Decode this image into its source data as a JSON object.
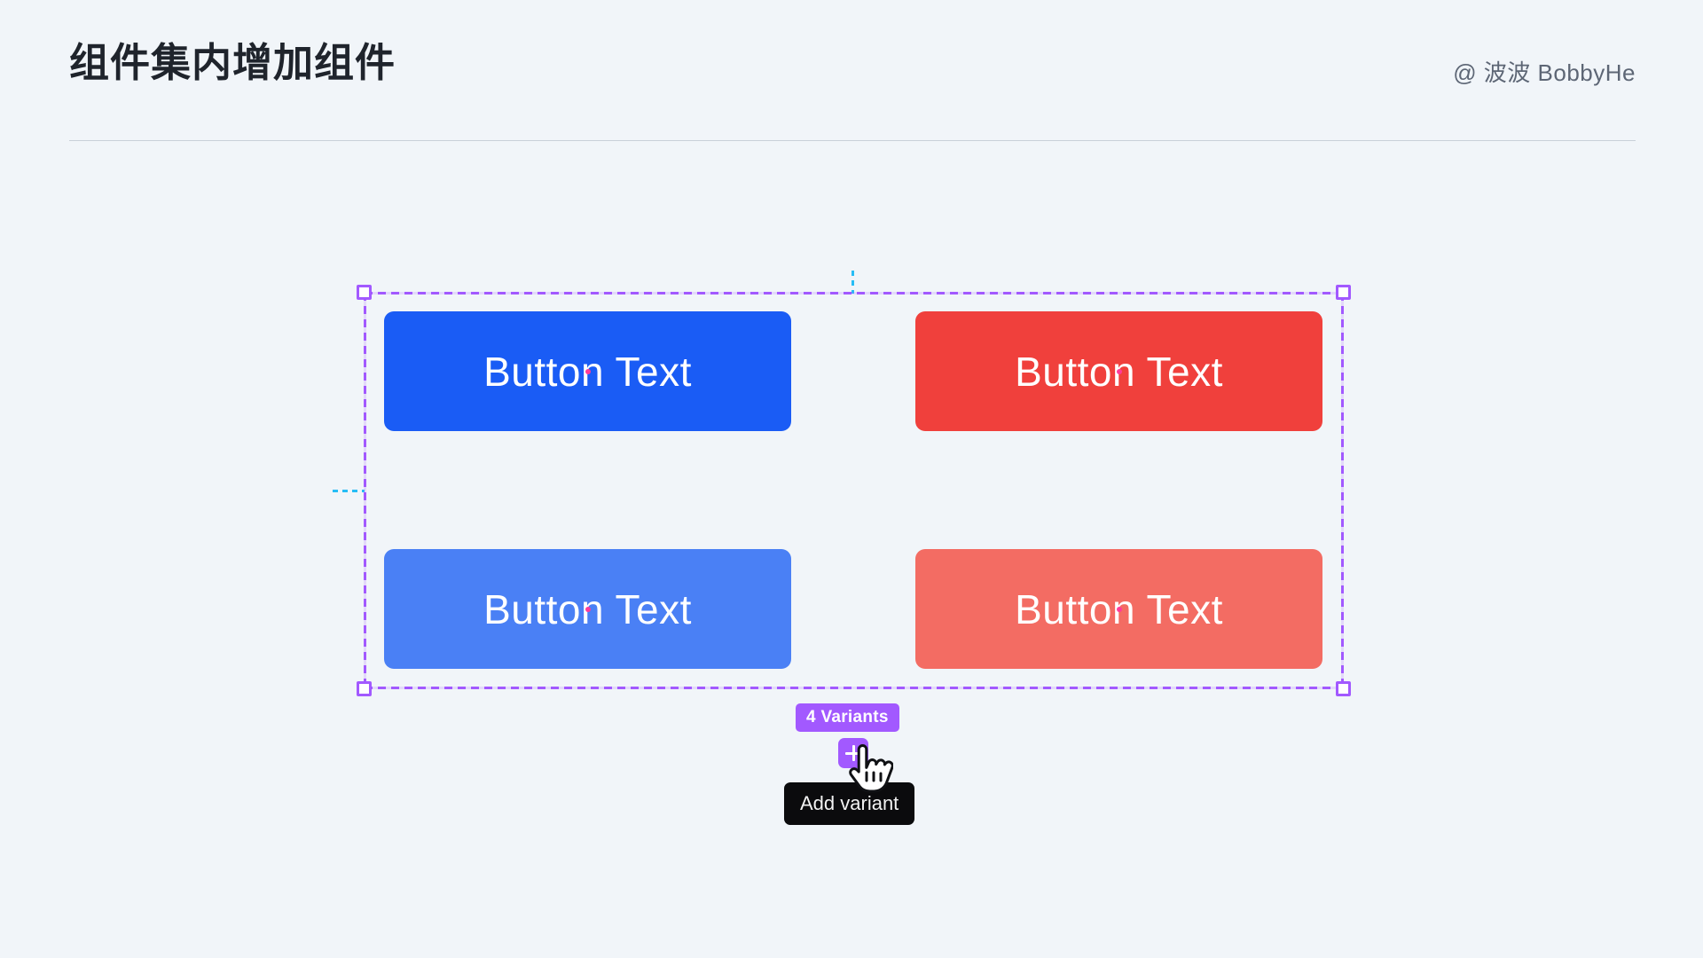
{
  "header": {
    "title": "组件集内增加组件",
    "author": "@ 波波 BobbyHe"
  },
  "canvas": {
    "selection": {
      "name": "component-set-selection",
      "variant_count_label": "4 Variants",
      "frame_color": "#A259FF",
      "guide_color": "#27BDF5"
    },
    "variants": [
      {
        "label": "Button Text",
        "bg": "#1A5CF5",
        "text_color": "#FFFFFF",
        "state": "primary-default"
      },
      {
        "label": "Button Text",
        "bg": "#F0403C",
        "text_color": "#FFFFFF",
        "state": "danger-default"
      },
      {
        "label": "Button Text",
        "bg": "#4A80F5",
        "text_color": "#FFFFFF",
        "state": "primary-hover"
      },
      {
        "label": "Button Text",
        "bg": "#F36C63",
        "text_color": "#FFFFFF",
        "state": "danger-hover"
      }
    ],
    "add_variant": {
      "icon": "plus-icon",
      "tooltip": "Add variant",
      "color": "#A259FF"
    },
    "cursor": "hand-pointer-cursor"
  },
  "theme": {
    "background": "#F1F5F9",
    "title_color": "#1F242C",
    "author_color": "#5D6675",
    "divider_color": "#C9D0D9",
    "tooltip_bg": "#0B0B0D",
    "instance_dot": "#FF3B9A"
  }
}
